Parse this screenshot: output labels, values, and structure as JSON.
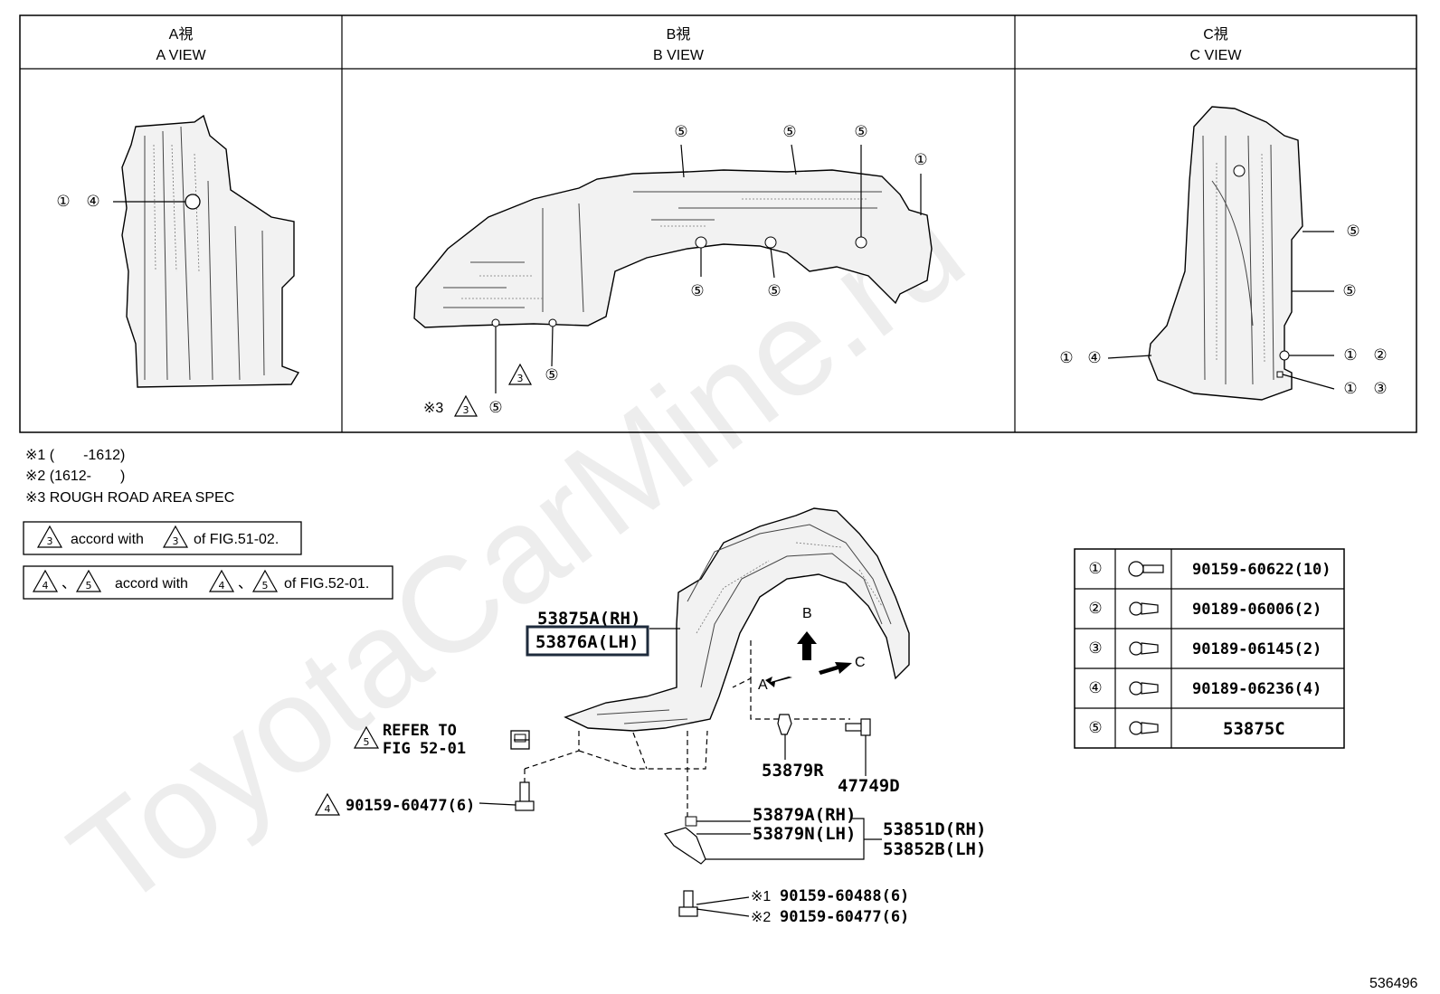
{
  "watermark": "ToyotaCarMine.ru",
  "views": [
    {
      "jp": "A視",
      "en": "A VIEW"
    },
    {
      "jp": "B視",
      "en": "B VIEW"
    },
    {
      "jp": "C視",
      "en": "C VIEW"
    }
  ],
  "callouts": {
    "one": "①",
    "two": "②",
    "three": "③",
    "four": "④",
    "five": "⑤"
  },
  "tri_labels": {
    "three": "3",
    "four": "4",
    "five": "5"
  },
  "footnotes": {
    "mark": "※",
    "n1": "※1 (　　-1612)",
    "n2": "※2 (1612-　　)",
    "n3": "※3 ROUGH ROAD AREA SPEC",
    "b_view_ref": "※3"
  },
  "accord_box_1": {
    "text_mid": "accord with",
    "text_end": "of FIG.51-02."
  },
  "accord_box_2": {
    "sep": "、",
    "text_mid": "accord with",
    "text_end": "of FIG.52-01."
  },
  "main_parts": {
    "liner_rh": "53875A(RH)",
    "liner_lh": "53876A(LH)",
    "refer_1": "REFER TO",
    "refer_2": "FIG 52-01",
    "bolt_main": "90159-60477(6)",
    "clip_r": "53879R",
    "clip_d": "47749D",
    "bracket_rh": "53879A(RH)",
    "bracket_lh": "53879N(LH)",
    "seal_rh": "53851D(RH)",
    "seal_lh": "53852B(LH)",
    "bolt_n1": "90159-60488(6)",
    "bolt_n2": "90159-60477(6)",
    "foot_1": "※1",
    "foot_2": "※2",
    "arrow_a": "A",
    "arrow_b": "B",
    "arrow_c": "C"
  },
  "fastener_table": [
    {
      "num": "①",
      "part": "90159-60622(10)",
      "icon": "bolt-icon"
    },
    {
      "num": "②",
      "part": "90189-06006(2)",
      "icon": "clip-icon"
    },
    {
      "num": "③",
      "part": "90189-06145(2)",
      "icon": "clip-icon"
    },
    {
      "num": "④",
      "part": "90189-06236(4)",
      "icon": "clip-icon"
    },
    {
      "num": "⑤",
      "part": "53875C",
      "icon": "clip-icon"
    }
  ],
  "figure_id": "536496"
}
